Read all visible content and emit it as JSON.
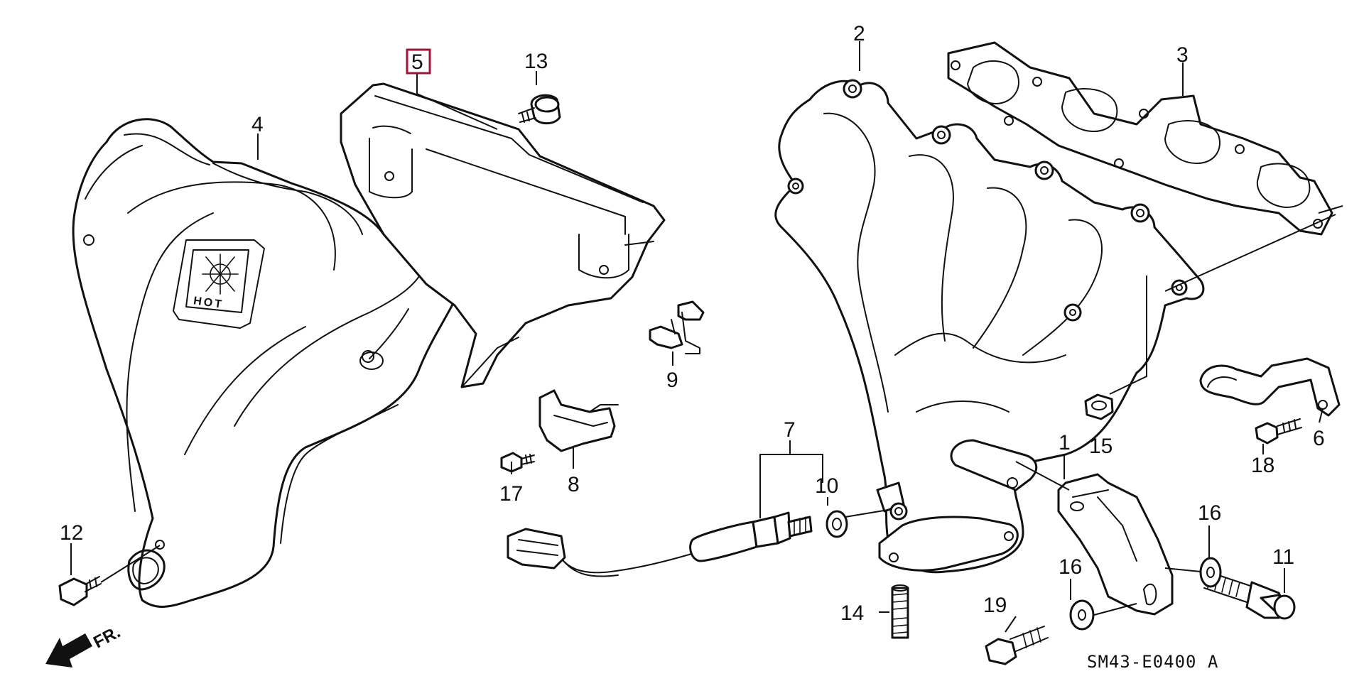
{
  "diagram_code": "SM43-E0400 A",
  "direction_label": "FR.",
  "hot_label": "HOT",
  "highlight_color": "#a0143c",
  "highlighted_part": "5",
  "callouts": {
    "p1": "1",
    "p2": "2",
    "p3": "3",
    "p4": "4",
    "p5": "5",
    "p6": "6",
    "p7": "7",
    "p8": "8",
    "p9": "9",
    "p10": "10",
    "p11": "11",
    "p12": "12",
    "p13": "13",
    "p14": "14",
    "p15": "15",
    "p16a": "16",
    "p16b": "16",
    "p17": "17",
    "p18": "18",
    "p19": "19"
  }
}
